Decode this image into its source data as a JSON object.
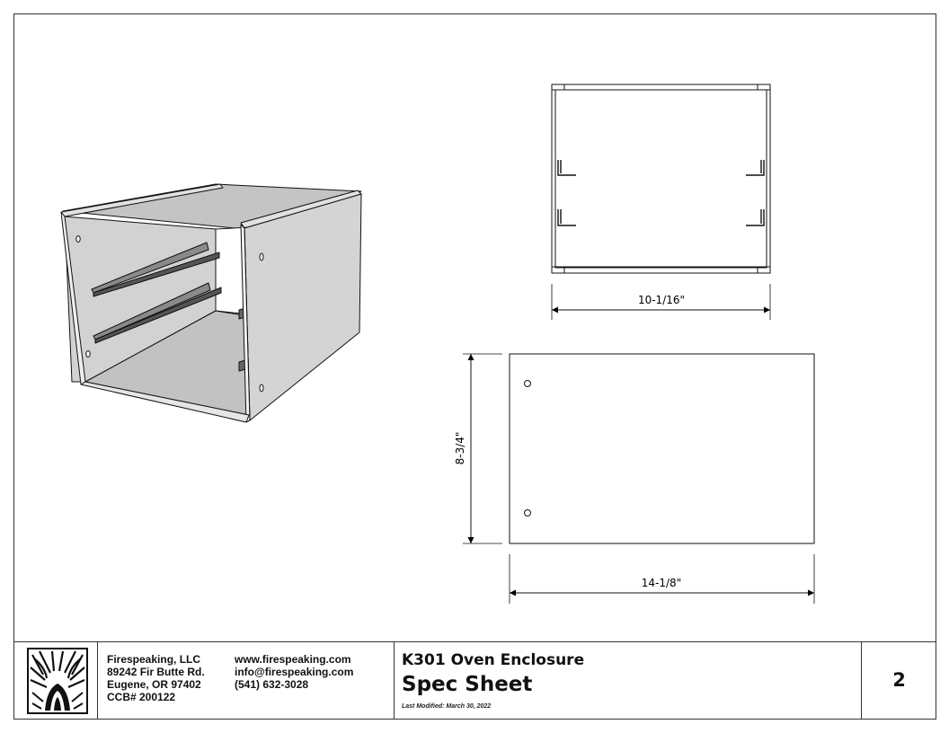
{
  "company": {
    "name": "Firespeaking, LLC",
    "street": "89242 Fir Butte Rd.",
    "city": "Eugene, OR 97402",
    "ccb": "CCB# 200122",
    "website": "www.firespeaking.com",
    "email": "info@firespeaking.com",
    "phone": "(541) 632-3028"
  },
  "document": {
    "title": "K301 Oven Enclosure",
    "subtitle": "Spec Sheet",
    "last_modified": "Last Modified: March 30, 2022",
    "page_number": "2"
  },
  "dimensions": {
    "top_width": "10-1/16\"",
    "side_height": "8-3/4\"",
    "side_width": "14-1/8\""
  },
  "colors": {
    "panel_light": "#d8d8d8",
    "panel_mid": "#c4c4c4",
    "panel_dark": "#9a9a9a",
    "line": "#111111"
  }
}
